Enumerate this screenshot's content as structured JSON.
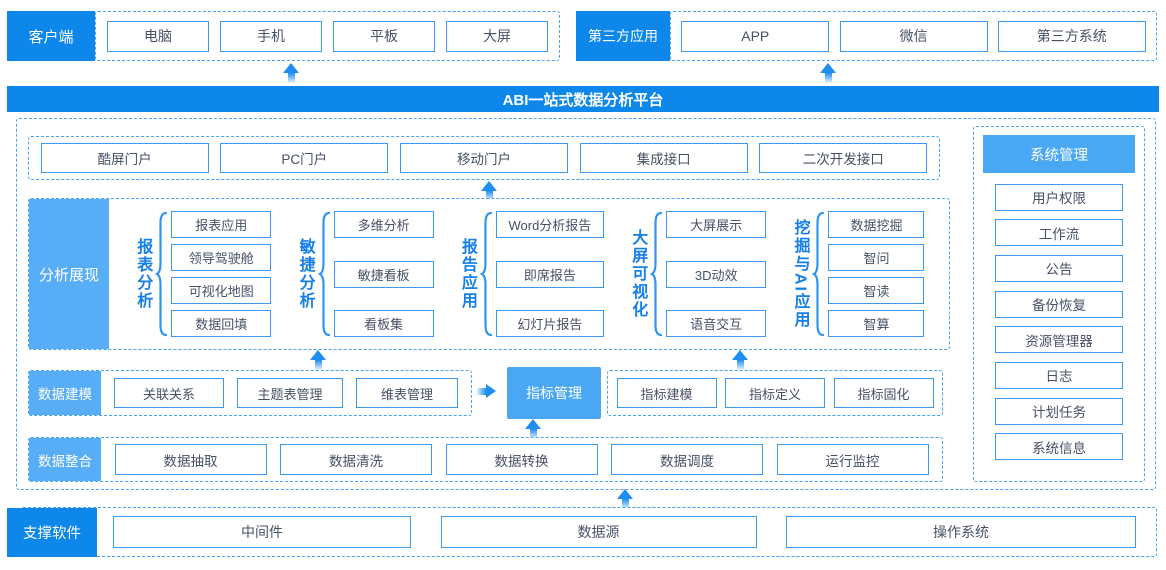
{
  "top": {
    "client": {
      "label": "客户端",
      "items": [
        "电脑",
        "手机",
        "平板",
        "大屏"
      ]
    },
    "third_party": {
      "label": "第三方应用",
      "items": [
        "APP",
        "微信",
        "第三方系统"
      ]
    }
  },
  "banner": {
    "title": "ABI一站式数据分析平台"
  },
  "portals": [
    "酷屏门户",
    "PC门户",
    "移动门户",
    "集成接口",
    "二次开发接口"
  ],
  "analysis": {
    "label": "分析展现",
    "groups": [
      {
        "name": "报表分析",
        "items": [
          "报表应用",
          "领导驾驶舱",
          "可视化地图",
          "数据回填"
        ]
      },
      {
        "name": "敏捷分析",
        "items": [
          "多维分析",
          "敏捷看板",
          "看板集"
        ]
      },
      {
        "name": "报告应用",
        "items": [
          "Word分析报告",
          "即席报告",
          "幻灯片报告"
        ]
      },
      {
        "name": "大屏可视化",
        "items": [
          "大屏展示",
          "3D动效",
          "语音交互"
        ]
      },
      {
        "name": "挖掘与AI应用",
        "items": [
          "数据挖掘",
          "智问",
          "智读",
          "智算"
        ]
      }
    ]
  },
  "modeling": {
    "label": "数据建模",
    "items": [
      "关联关系",
      "主题表管理",
      "维表管理"
    ],
    "highlight": "指标管理",
    "indicator_items": [
      "指标建模",
      "指标定义",
      "指标固化"
    ]
  },
  "integration": {
    "label": "数据整合",
    "items": [
      "数据抽取",
      "数据清洗",
      "数据转换",
      "数据调度",
      "运行监控"
    ]
  },
  "system": {
    "label": "系统管理",
    "items": [
      "用户权限",
      "工作流",
      "公告",
      "备份恢复",
      "资源管理器",
      "日志",
      "计划任务",
      "系统信息"
    ]
  },
  "support": {
    "label": "支撑软件",
    "items": [
      "中间件",
      "数据源",
      "操作系统"
    ]
  },
  "colors": {
    "primary": "#0d87ea",
    "light_label": "#58aef6",
    "highlight": "#49a7f4",
    "box_border": "#3b98ee",
    "dashed_border": "#47a2f2",
    "box_text": "#475166",
    "accent": "#1e8ef0"
  }
}
